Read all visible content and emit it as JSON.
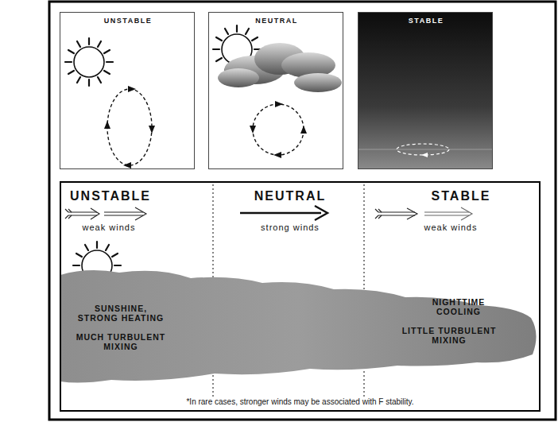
{
  "diagram": {
    "nodes": [
      {
        "text": [
          "UNSTABLE"
        ]
      },
      {
        "text": [
          "NEUTRAL"
        ]
      },
      {
        "text": [
          "STABLE"
        ]
      },
      {
        "text": [
          "*In rare cases, stronger winds may be associated with F stability."
        ]
      },
      {
        "text": [
          "UNSTABLE",
          "weak winds",
          "SUNSHINE, STRONG HEATING",
          "MUCH TURBULENT MIXING"
        ],
        "in": 3
      },
      {
        "text": [
          "NEUTRAL",
          "strong winds"
        ],
        "in": 3
      },
      {
        "text": [
          "STABLE",
          "weak winds",
          "NIGHTTIME COOLING",
          "LITTLE TURBULENT MIXING"
        ],
        "in": 3
      }
    ]
  }
}
